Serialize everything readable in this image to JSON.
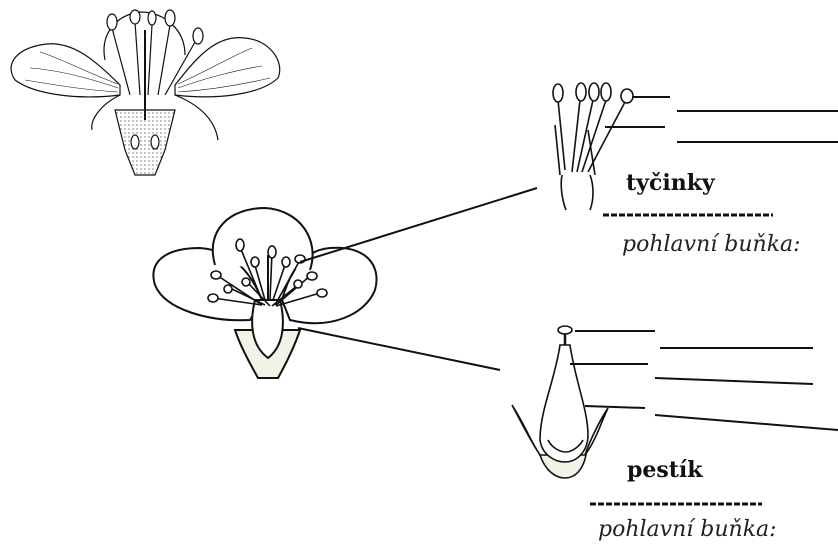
{
  "labels": {
    "stamens": "tyčinky",
    "stamens_cell": "pohlavní buňka:",
    "pistil": "pestík",
    "pistil_cell": "pohlavní buňka:"
  },
  "colors": {
    "ink": "#111111",
    "background": "#ffffff",
    "receptacle_fill": "#f0f4e6"
  }
}
